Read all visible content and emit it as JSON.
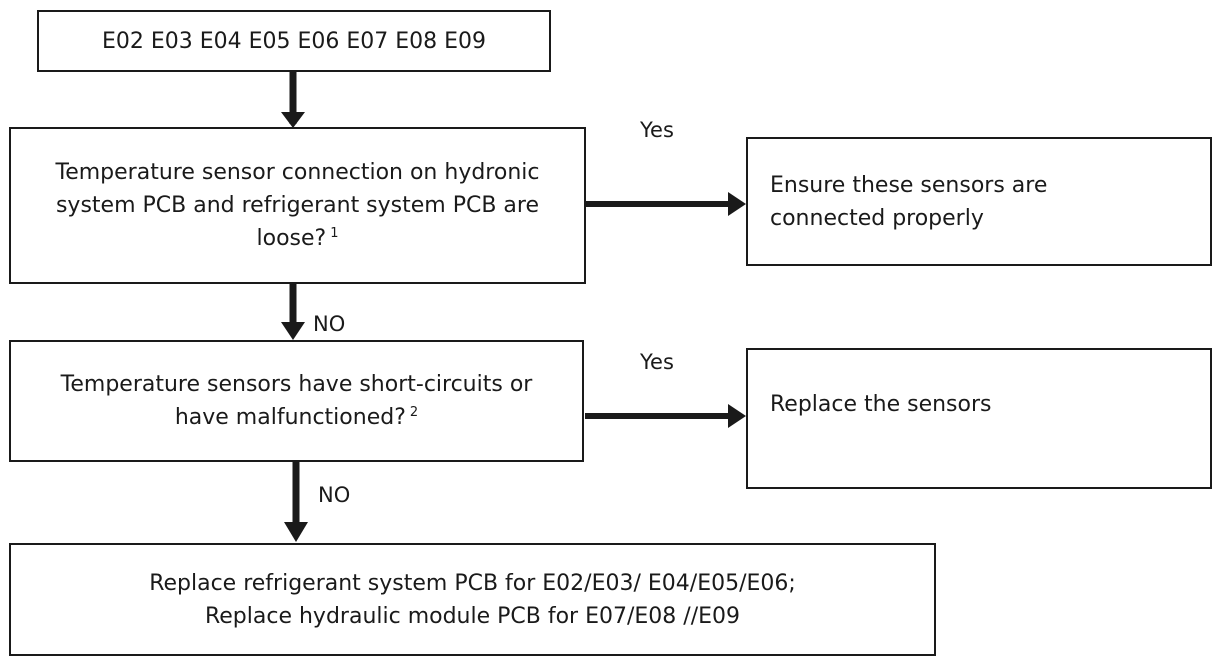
{
  "flowchart": {
    "start": {
      "text": "E02 E03 E04 E05 E06 E07 E08 E09"
    },
    "check_connection": {
      "text": "Temperature sensor connection on hydronic system PCB and refrigerant system PCB are loose?",
      "footnote": "1"
    },
    "action_connect": {
      "line1": "Ensure these sensors are",
      "line2": "connected properly"
    },
    "check_sensors": {
      "text": "Temperature sensors have short-circuits or have malfunctioned?",
      "footnote": "2"
    },
    "action_replace_sensors": {
      "text": "Replace the sensors"
    },
    "action_replace_pcb": {
      "line1": "Replace refrigerant system PCB for E02/E03/ E04/E05/E06;",
      "line2": "Replace hydraulic module PCB for E07/E08 //E09"
    },
    "labels": {
      "yes_1": "Yes",
      "no_1": "NO",
      "yes_2": "Yes",
      "no_2": "NO"
    }
  }
}
